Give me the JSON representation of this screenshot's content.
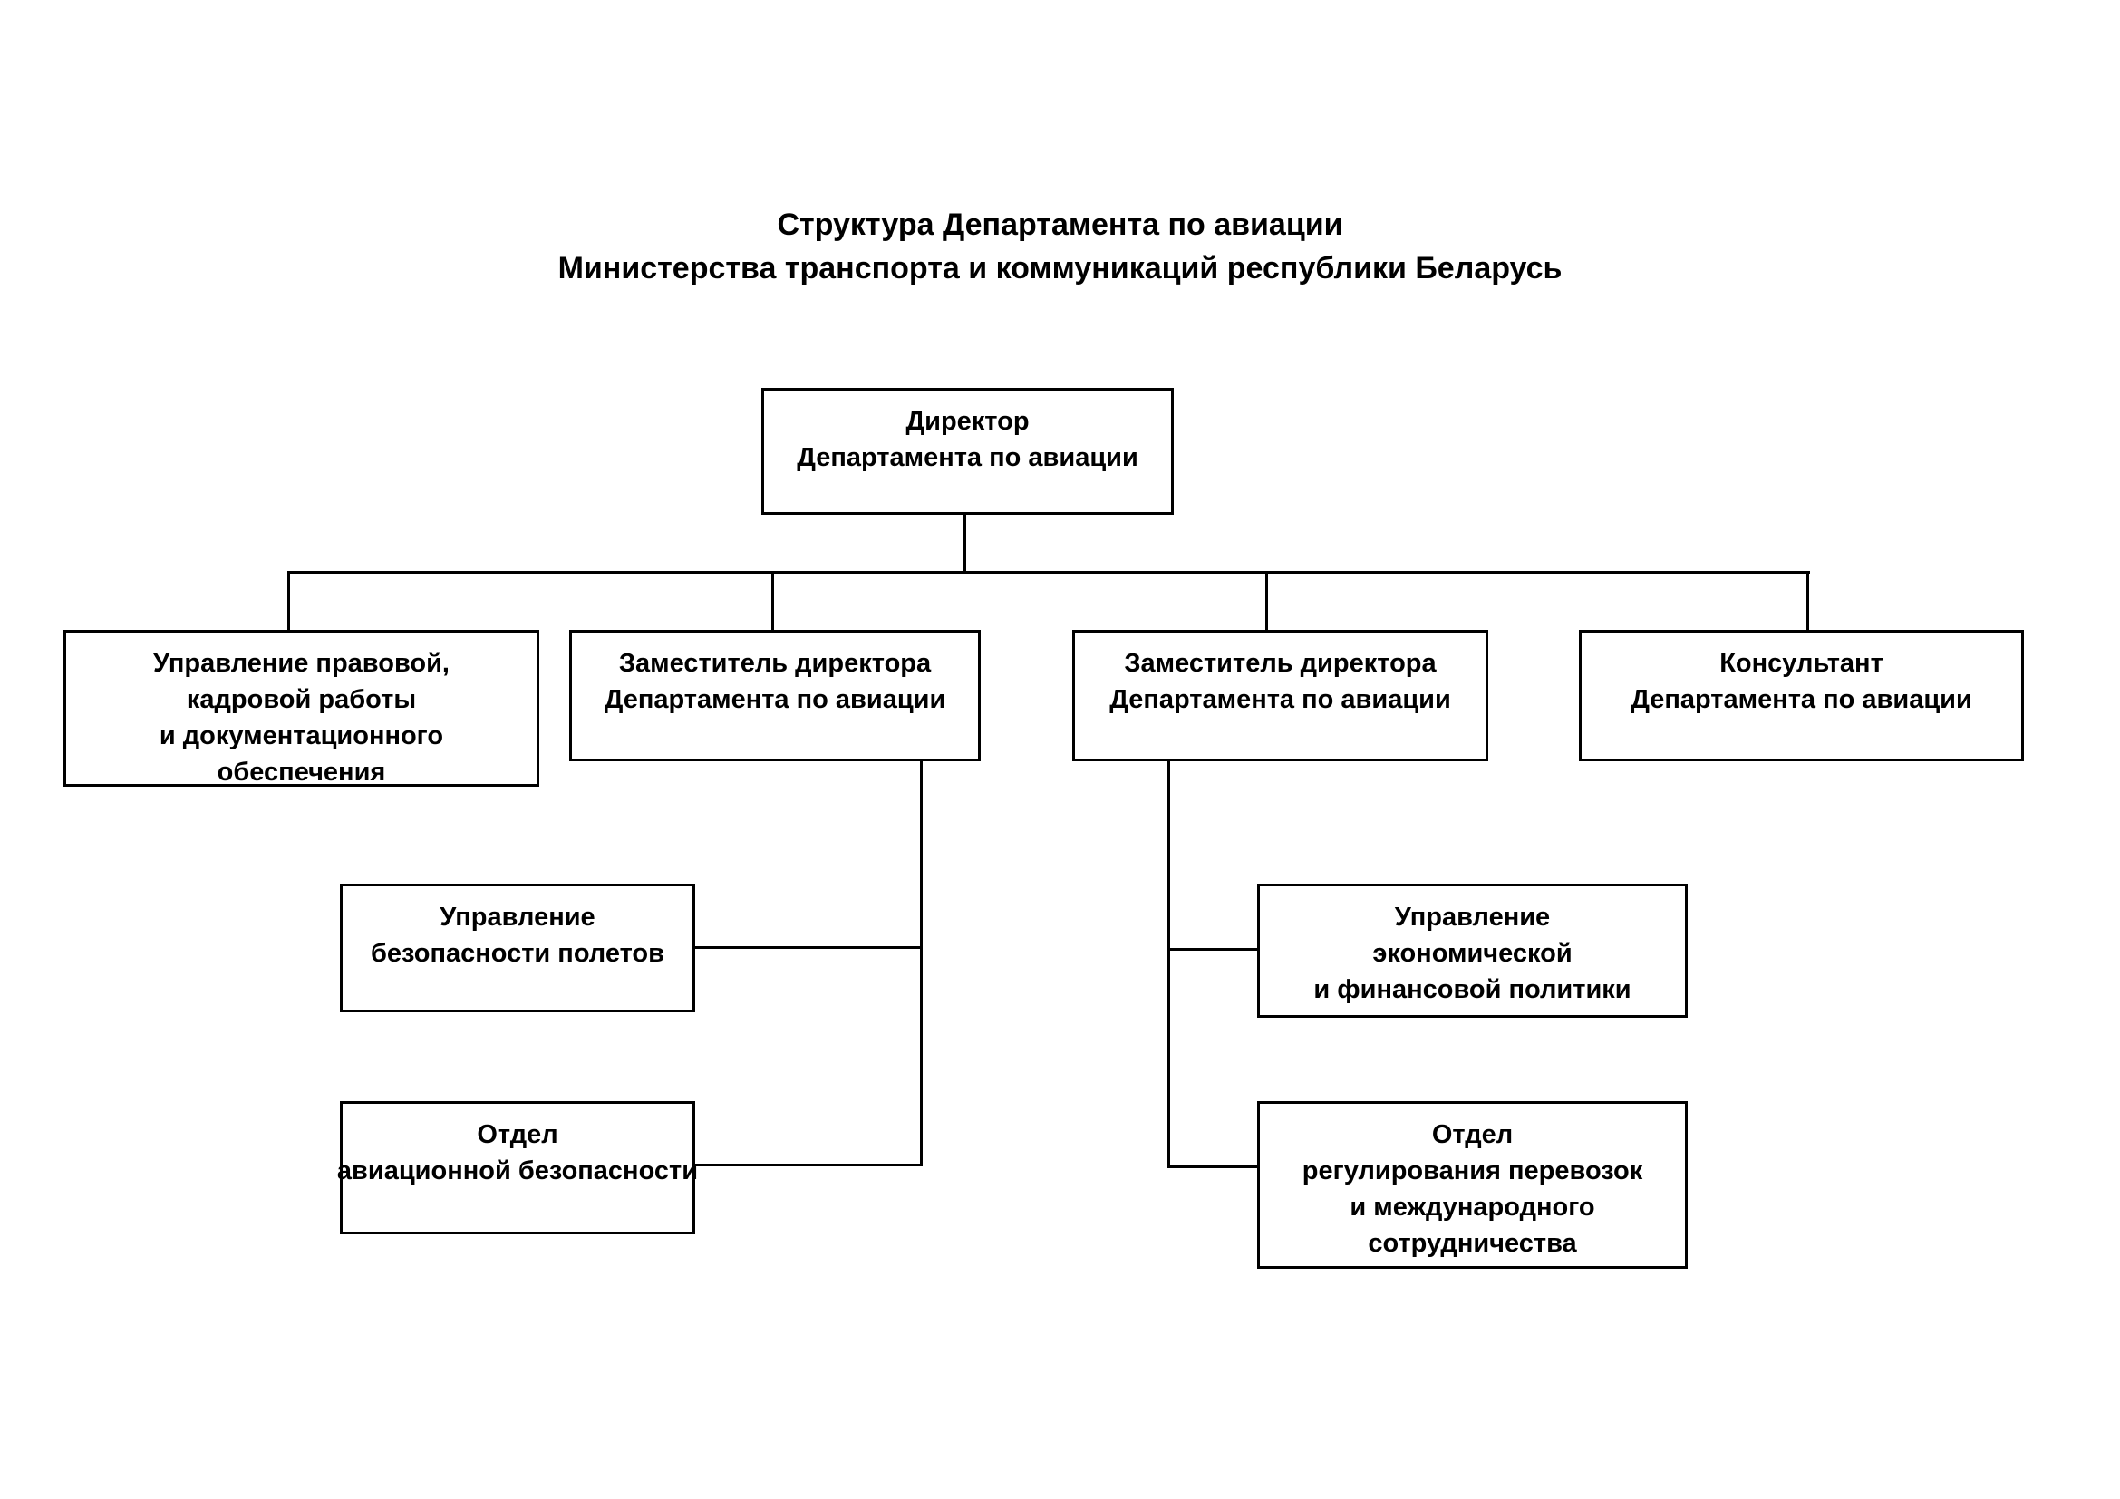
{
  "page": {
    "background_color": "#ffffff",
    "line_color": "#000000",
    "text_color": "#000000"
  },
  "title": {
    "line1": "Структура Департамента по авиации",
    "line2": "Министерства транспорта и коммуникаций республики Беларусь"
  },
  "nodes": {
    "director": {
      "lines": [
        "Директор",
        "Департамента по авиации"
      ]
    },
    "legal_hr_docs": {
      "lines": [
        "Управление правовой,",
        "кадровой работы",
        "и документационного",
        "обеспечения"
      ]
    },
    "deputy_left": {
      "lines": [
        "Заместитель директора",
        "Департамента по авиации"
      ]
    },
    "deputy_right": {
      "lines": [
        "Заместитель директора",
        "Департамента по авиации"
      ]
    },
    "consultant": {
      "lines": [
        "Консультант",
        "Департамента по авиации"
      ]
    },
    "flight_safety": {
      "lines": [
        "Управление",
        "безопасности полетов"
      ]
    },
    "aviation_security": {
      "lines": [
        "Отдел",
        "авиационной безопасности"
      ]
    },
    "economic_finance": {
      "lines": [
        "Управление",
        "экономической",
        "и финансовой политики"
      ]
    },
    "transport_intl": {
      "lines": [
        "Отдел",
        "регулирования перевозок",
        "и международного",
        "сотрудничества"
      ]
    }
  }
}
